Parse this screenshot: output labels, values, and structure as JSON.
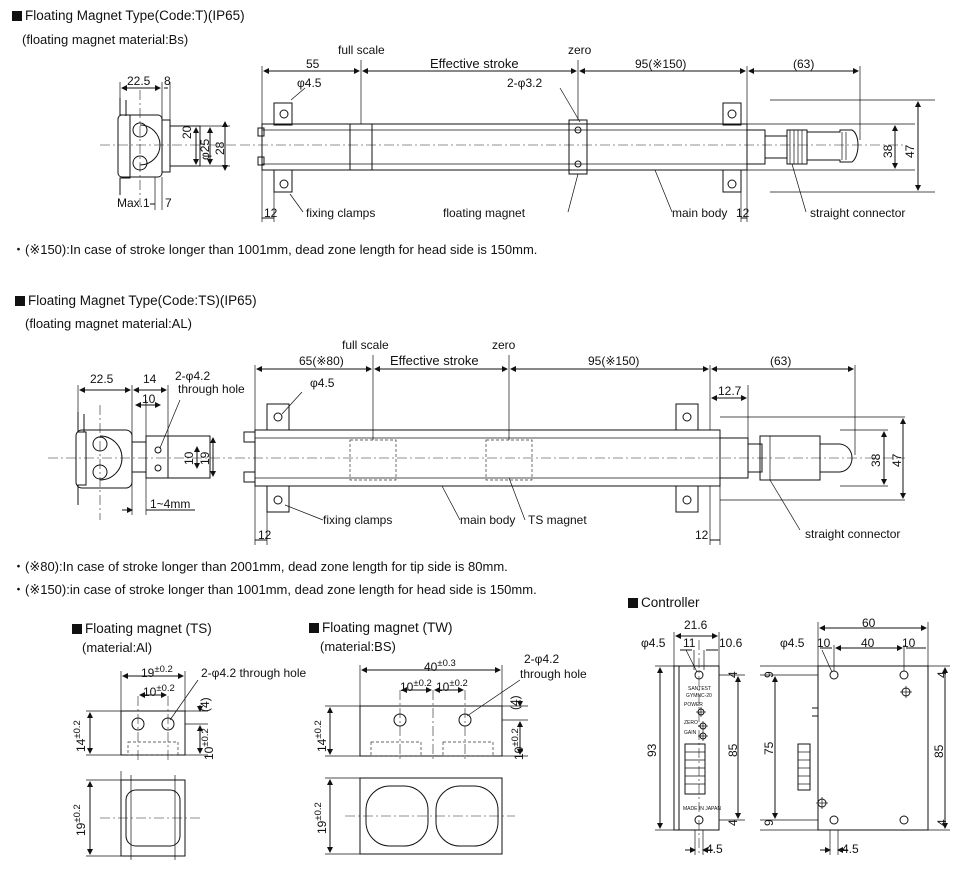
{
  "sections": {
    "t": {
      "title": "Floating Magnet Type(Code:T)(IP65)",
      "subtitle": "(floating magnet material:Bs)",
      "labels": {
        "d22_5": "22.5",
        "d8": "8",
        "d20": "20",
        "phi25": "φ25",
        "d28": "28",
        "max1": "Max.1",
        "d7": "7",
        "d55": "55",
        "full_scale": "full scale",
        "effective_stroke": "Effective stroke",
        "zero": "zero",
        "d95": "95(※150)",
        "d63": "(63)",
        "phi45": "φ4.5",
        "phi32": "2-φ3.2",
        "d38": "38",
        "d47": "47",
        "d12a": "12",
        "fixing_clamps": "fixing clamps",
        "floating_magnet": "floating magnet",
        "main_body": "main body",
        "d12b": "12",
        "straight_connector": "straight connector"
      },
      "note": "・(※150):In case of stroke longer than 1001mm, dead zone length for head side is 150mm."
    },
    "ts": {
      "title": "Floating Magnet Type(Code:TS)(IP65)",
      "subtitle": "(floating magnet material:AL)",
      "labels": {
        "d22_5": "22.5",
        "d14": "14",
        "phi42": "2-φ4.2",
        "through_hole": "through hole",
        "d10a": "10",
        "d10b": "10",
        "d19": "19",
        "range": "1~4mm",
        "full_scale": "full scale",
        "zero": "zero",
        "d65": "65(※80)",
        "effective_stroke": "Effective stroke",
        "d95": "95(※150)",
        "d63": "(63)",
        "phi45": "φ4.5",
        "d12_7": "12.7",
        "d38": "38",
        "d47": "47",
        "d12a": "12",
        "fixing_clamps": "fixing clamps",
        "main_body": "main body",
        "ts_magnet": "TS magnet",
        "d12b": "12",
        "straight_connector": "straight connector"
      },
      "note1": "・(※80):In case of stroke longer than 2001mm, dead zone length for tip side is 80mm.",
      "note2": "・(※150):in case of stroke longer than 1001mm, dead zone length for head side is 150mm."
    },
    "fm_ts": {
      "title": "Floating magnet (TS)",
      "subtitle": "(material:Al)",
      "labels": {
        "d19": "19",
        "tol19": "±0.2",
        "d10": "10",
        "tol10": "±0.2",
        "phi42": "2-φ4.2 through hole",
        "d4": "(4)",
        "d14": "14",
        "tol14": "±0.2",
        "d10v": "10",
        "tol10v": "±0.2",
        "d19v": "19",
        "tol19v": "±0.2"
      }
    },
    "fm_tw": {
      "title": "Floating magnet (TW)",
      "subtitle": "(material:BS)",
      "labels": {
        "d40": "40",
        "tol40": "±0.3",
        "d10a": "10",
        "tol10a": "±0.2",
        "d10b": "10",
        "tol10b": "±0.2",
        "phi42": "2-φ4.2",
        "through_hole": "through hole",
        "d4": "(4)",
        "d14": "14",
        "tol14": "±0.2",
        "d10v": "10",
        "tol10v": "±0.2",
        "d19v": "19",
        "tol19v": "±0.2"
      }
    },
    "controller": {
      "title": "Controller",
      "labels": {
        "d21_6": "21.6",
        "phi45": "φ4.5",
        "d11": "11",
        "d10_6": "10.6",
        "d4a": "4",
        "d4b": "4",
        "d93": "93",
        "d85": "85",
        "d4_5": "4.5",
        "d60": "60",
        "phi45b": "φ4.5",
        "d10a": "10",
        "d40": "40",
        "d10b": "10",
        "d9a": "9",
        "d9b": "9",
        "d4c": "4",
        "d4d": "4",
        "d75": "75",
        "d85b": "85",
        "d4_5b": "4.5"
      },
      "panel": {
        "brand": "SANTEST",
        "model": "GYMNC-20",
        "power": "POWER",
        "zero": "ZERO",
        "gain": "GAIN",
        "made": "MADE IN JAPAN"
      }
    }
  }
}
